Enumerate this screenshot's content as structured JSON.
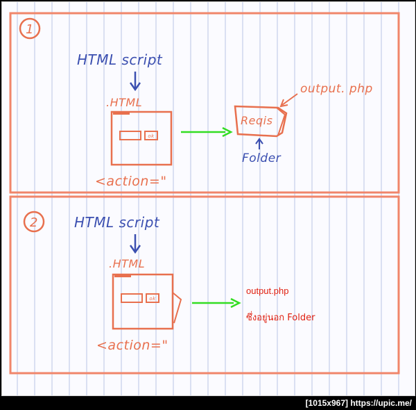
{
  "colors": {
    "pen_blue": "#3b4fb0",
    "pen_orange": "#e8704e",
    "arrow_green": "#33dd22",
    "print_red": "#e02010",
    "rule_blue": "#b8c4e4",
    "frame_orange": "#f0866a"
  },
  "section1": {
    "number": "1",
    "script_label": "HTML script",
    "file_label": ".HTML",
    "button_label": "ok",
    "action_label": "<action=\"",
    "target_label": "Reqis",
    "output_label": "output. php",
    "folder_label": "Folder"
  },
  "section2": {
    "number": "2",
    "script_label": "HTML script",
    "file_label": ".HTML",
    "button_label": "ok",
    "action_label": "<action=\"",
    "output_line1": "output.php",
    "output_line2": "ซึ่งอยู่นอก Folder"
  },
  "footer": {
    "text": "[1015x967] https://upic.me/"
  }
}
